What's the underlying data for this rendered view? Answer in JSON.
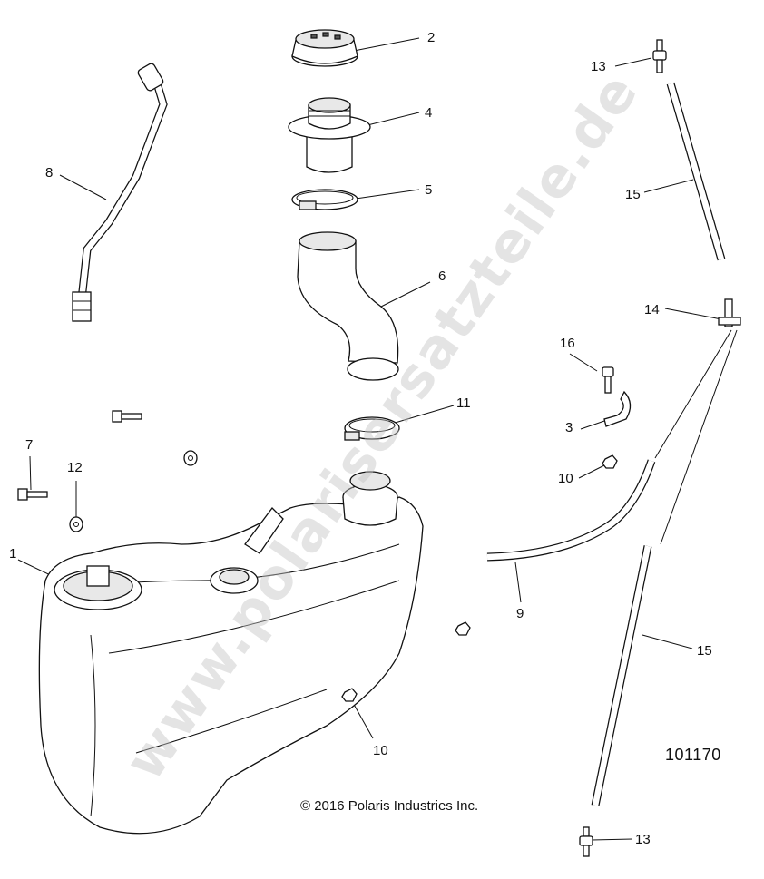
{
  "diagram": {
    "id_label": "101170",
    "copyright": "© 2016 Polaris Industries Inc.",
    "watermark": "www.polarisersatzteile.de"
  },
  "callouts": [
    {
      "key": "c2",
      "label": "2"
    },
    {
      "key": "c4",
      "label": "4"
    },
    {
      "key": "c5",
      "label": "5"
    },
    {
      "key": "c6",
      "label": "6"
    },
    {
      "key": "c8",
      "label": "8"
    },
    {
      "key": "c11",
      "label": "11"
    },
    {
      "key": "c7",
      "label": "7"
    },
    {
      "key": "c12",
      "label": "12"
    },
    {
      "key": "c1",
      "label": "1"
    },
    {
      "key": "c10a",
      "label": "10"
    },
    {
      "key": "c10b",
      "label": "10"
    },
    {
      "key": "c3",
      "label": "3"
    },
    {
      "key": "c16",
      "label": "16"
    },
    {
      "key": "c14",
      "label": "14"
    },
    {
      "key": "c13a",
      "label": "13"
    },
    {
      "key": "c13b",
      "label": "13"
    },
    {
      "key": "c15a",
      "label": "15"
    },
    {
      "key": "c15b",
      "label": "15"
    },
    {
      "key": "c9",
      "label": "9"
    }
  ]
}
